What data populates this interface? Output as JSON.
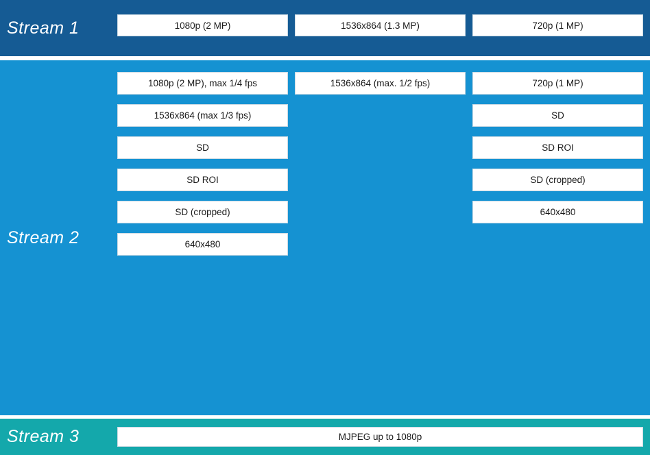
{
  "colors": {
    "stream1_bg": "#155b94",
    "stream2_bg": "#1592d2",
    "stream3_bg": "#14a8ab",
    "box_bg": "#ffffff",
    "box_border": "#ccdae3",
    "box_text": "#1a1a1a",
    "label_text": "#ffffff",
    "separator": "#ffffff"
  },
  "streams": [
    {
      "label": "Stream 1",
      "columns": [
        [
          "1080p (2 MP)"
        ],
        [
          "1536x864 (1.3 MP)"
        ],
        [
          "720p (1 MP)"
        ]
      ]
    },
    {
      "label": "Stream 2",
      "columns": [
        [
          "1080p (2 MP), max 1/4 fps",
          "1536x864 (max 1/3 fps)",
          "SD",
          "SD ROI",
          "SD (cropped)",
          "640x480"
        ],
        [
          "1536x864 (max. 1/2 fps)"
        ],
        [
          "720p (1 MP)",
          "SD",
          "SD ROI",
          "SD (cropped)",
          "640x480"
        ]
      ]
    },
    {
      "label": "Stream 3",
      "full_width_box": "MJPEG up to 1080p"
    }
  ]
}
